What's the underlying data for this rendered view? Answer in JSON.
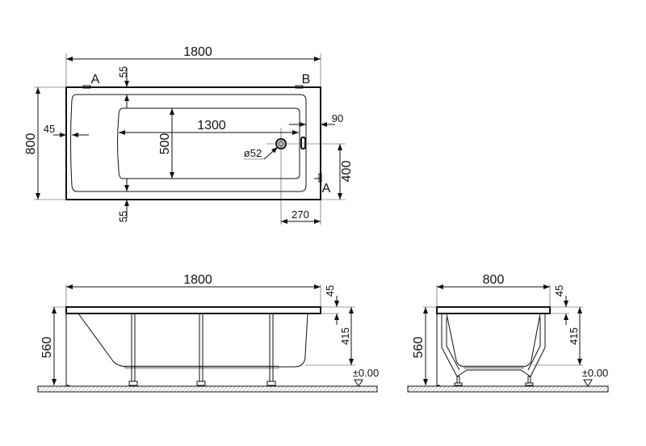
{
  "top_view": {
    "length": "1800",
    "width": "800",
    "section_a_top": "A",
    "section_b": "B",
    "section_a_side": "A",
    "rim_top": "55",
    "rim_bottom": "55",
    "rim_end": "45",
    "basin_length": "1300",
    "basin_width": "500",
    "drain_diameter": "ø52",
    "overflow_offset": "90",
    "drain_from_edge": "400",
    "drain_from_end": "270"
  },
  "side_view": {
    "length": "1800",
    "rim_thickness": "45",
    "depth": "415",
    "total_height": "560",
    "floor_level": "±0.00"
  },
  "end_view": {
    "width": "800",
    "rim_thickness": "45",
    "depth": "415",
    "total_height": "560",
    "floor_level": "±0.00"
  }
}
